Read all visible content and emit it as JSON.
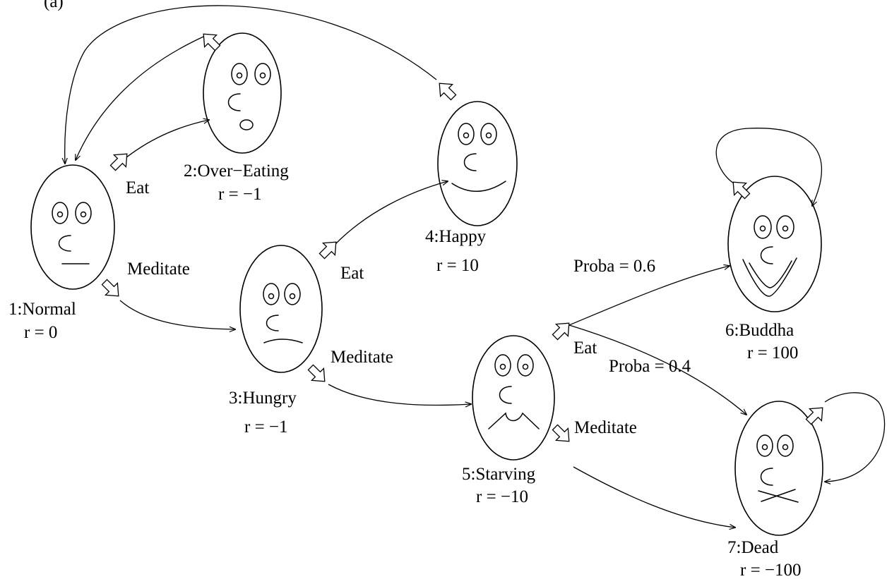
{
  "figure_label": "(a)",
  "states": [
    {
      "id": "1",
      "name": "1:Normal",
      "reward": "r = 0",
      "expression": "neutral"
    },
    {
      "id": "2",
      "name": "2:Over−Eating",
      "reward": "r = −1",
      "expression": "surprised"
    },
    {
      "id": "3",
      "name": "3:Hungry",
      "reward": "r = −1",
      "expression": "sad"
    },
    {
      "id": "4",
      "name": "4:Happy",
      "reward": "r = 10",
      "expression": "smile"
    },
    {
      "id": "5",
      "name": "5:Starving",
      "reward": "r = −10",
      "expression": "distressed"
    },
    {
      "id": "6",
      "name": "6:Buddha",
      "reward": "r = 100",
      "expression": "big-smile"
    },
    {
      "id": "7",
      "name": "7:Dead",
      "reward": "r = −100",
      "expression": "crossed-mouth"
    }
  ],
  "actions": {
    "eat": "Eat",
    "meditate": "Meditate"
  },
  "transitions": [
    {
      "from": "1",
      "action": "Eat",
      "to": "2"
    },
    {
      "from": "1",
      "action": "Meditate",
      "to": "3"
    },
    {
      "from": "2",
      "action": "",
      "to": "1"
    },
    {
      "from": "3",
      "action": "Eat",
      "to": "4"
    },
    {
      "from": "3",
      "action": "Meditate",
      "to": "5"
    },
    {
      "from": "4",
      "action": "",
      "to": "1"
    },
    {
      "from": "5",
      "action": "Eat",
      "to": "6",
      "probability": "Proba = 0.6"
    },
    {
      "from": "5",
      "action": "Eat",
      "to": "7",
      "probability": "Proba = 0.4"
    },
    {
      "from": "5",
      "action": "Meditate",
      "to": "7"
    },
    {
      "from": "6",
      "action": "",
      "to": "6"
    },
    {
      "from": "7",
      "action": "",
      "to": "7"
    }
  ],
  "probabilities": {
    "p_buddha": "Proba = 0.6",
    "p_dead": "Proba = 0.4"
  }
}
